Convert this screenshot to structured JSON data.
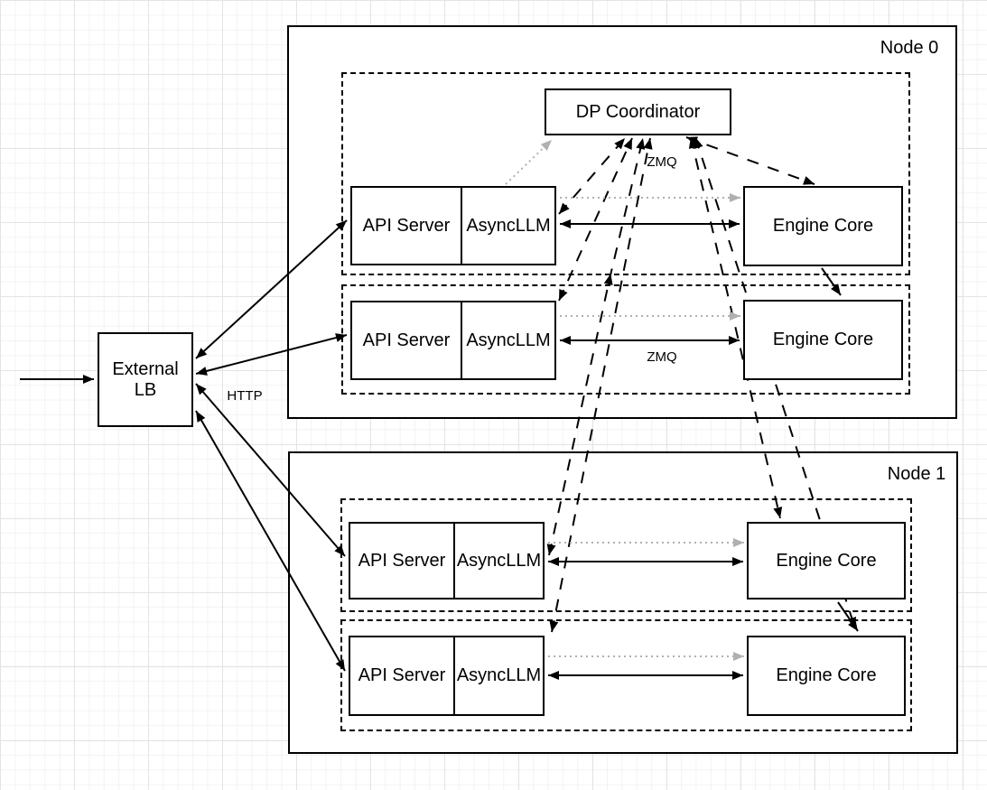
{
  "external_lb": {
    "line1": "External",
    "line2": "LB"
  },
  "edge_labels": {
    "http": "HTTP"
  },
  "nodes": [
    {
      "label": "Node 0",
      "coordinator": "DP Coordinator",
      "zmq_labels": [
        "ZMQ",
        "ZMQ"
      ],
      "rows": [
        {
          "api": "API Server",
          "llm": "AsyncLLM",
          "engine": "Engine Core"
        },
        {
          "api": "API Server",
          "llm": "AsyncLLM",
          "engine": "Engine Core"
        }
      ]
    },
    {
      "label": "Node 1",
      "rows": [
        {
          "api": "API Server",
          "llm": "AsyncLLM",
          "engine": "Engine Core"
        },
        {
          "api": "API Server",
          "llm": "AsyncLLM",
          "engine": "Engine Core"
        }
      ]
    }
  ],
  "colors": {
    "line": "#000000",
    "muted_arrow": "#b0b0b0",
    "box_fill": "#ffffff",
    "grid_minor": "#f3f3f3",
    "grid_major": "#e4e4e4",
    "background": "#ffffff"
  }
}
